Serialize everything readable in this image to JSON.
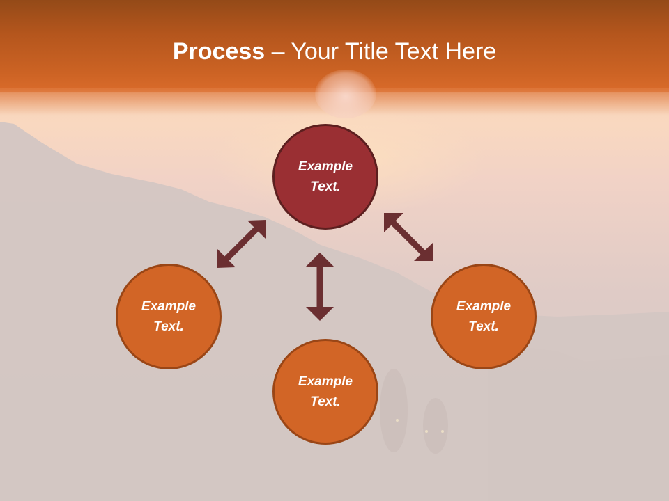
{
  "slide": {
    "title": {
      "bold_part": "Process",
      "separator": " – ",
      "regular_part": "Your Title Text Here"
    },
    "colors": {
      "header": "#c45e22",
      "top_node": "#9a2f33",
      "top_node_border": "#5c1f1f",
      "outer_node": "#d26526",
      "outer_node_border": "#9a4616",
      "arrow": "#6b2f31",
      "text": "#ffffff"
    },
    "nodes": [
      {
        "id": "top",
        "line1": "Example",
        "line2": "Text."
      },
      {
        "id": "left",
        "line1": "Example",
        "line2": "Text."
      },
      {
        "id": "bottom",
        "line1": "Example",
        "line2": "Text."
      },
      {
        "id": "right",
        "line1": "Example",
        "line2": "Text."
      }
    ],
    "arrows": [
      {
        "id": "top-left",
        "direction": "bidirectional-diagonal"
      },
      {
        "id": "center-vertical",
        "direction": "bidirectional-vertical"
      },
      {
        "id": "top-right",
        "direction": "bidirectional-diagonal"
      }
    ]
  }
}
